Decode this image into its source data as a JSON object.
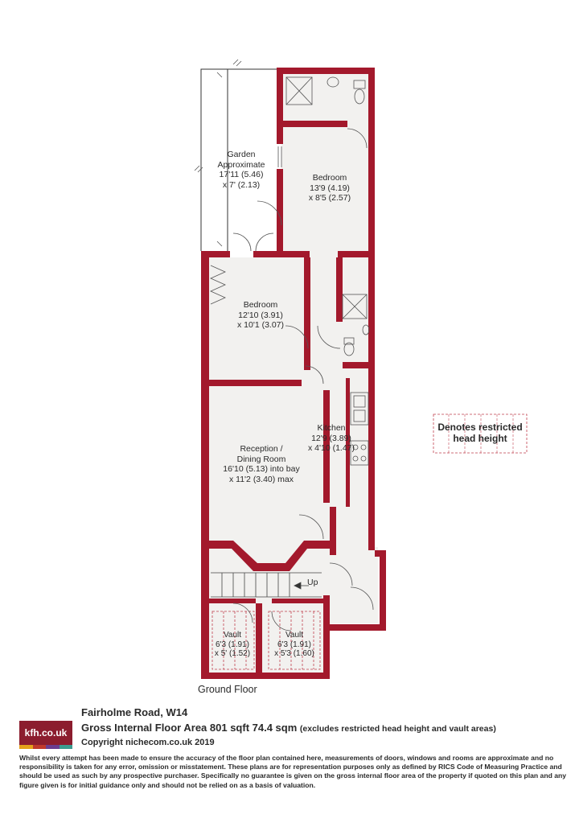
{
  "rooms": {
    "garden": {
      "name": "Garden",
      "line1": "Approximate",
      "line2": "17'11 (5.46)",
      "line3": "x 7' (2.13)"
    },
    "bedroom1": {
      "name": "Bedroom",
      "line1": "13'9 (4.19)",
      "line2": "x 8'5 (2.57)"
    },
    "bedroom2": {
      "name": "Bedroom",
      "line1": "12'10 (3.91)",
      "line2": "x 10'1 (3.07)"
    },
    "kitchen": {
      "name": "Kitchen",
      "line1": "12'9 (3.89)",
      "line2": "x 4'10 (1.47)"
    },
    "reception": {
      "name": "Reception /",
      "line1": "Dining Room",
      "line2": "16'10 (5.13) into bay",
      "line3": "x 11'2 (3.40) max"
    },
    "vault1": {
      "name": "Vault",
      "line1": "6'3 (1.91)",
      "line2": "x 5' (1.52)"
    },
    "vault2": {
      "name": "Vault",
      "line1": "6'3 (1.91)",
      "line2": "x 5'3 (1.60)"
    },
    "up_label": "Up"
  },
  "floor_label": "Ground Floor",
  "legend": {
    "line1": "Denotes restricted",
    "line2": "head height"
  },
  "footer": {
    "logo_text": "kfh.co.uk",
    "logo_colors": [
      "#e4a11b",
      "#c0392b",
      "#6a3d8f",
      "#3b9b8f"
    ],
    "property_title": "Fairholme Road, W14",
    "gia_main": "Gross Internal Floor Area 801 sqft 74.4 sqm",
    "gia_note": "(excludes restricted head height and vault areas)",
    "copyright": "Copyright nichecom.co.uk 2019",
    "disclaimer": "Whilst every attempt has been made to ensure the accuracy of the floor plan contained here, measurements of doors, windows and rooms are approximate and no responsibility is taken for any error, omission or misstatement.  These plans are for representation purposes only as defined by RICS Code of Measuring Practice and should be used as such by any prospective purchaser.  Specifically no guarantee is given on the gross internal floor area of the property if quoted on this plan and any figure given is for initial guidance only and should not be relied on as a basis of valuation."
  },
  "colors": {
    "wall": "#a3192c",
    "floor": "#f2f1ef"
  }
}
